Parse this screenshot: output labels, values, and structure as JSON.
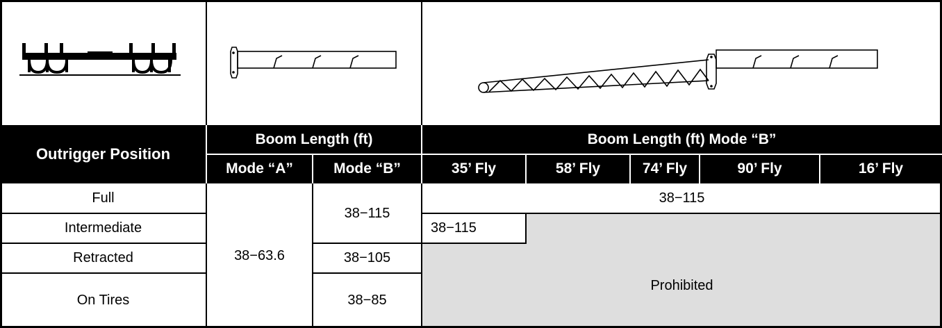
{
  "table": {
    "header": {
      "outrigger_position": "Outrigger Position",
      "boom_length": "Boom Length (ft)",
      "boom_length_mode_b": "Boom Length (ft) Mode “B”",
      "mode_a": "Mode “A”",
      "mode_b": "Mode “B”",
      "fly_35": "35’ Fly",
      "fly_58": "58’ Fly",
      "fly_74": "74’ Fly",
      "fly_90": "90’ Fly",
      "fly_16": "16’ Fly"
    },
    "rows": {
      "full": "Full",
      "intermediate": "Intermediate",
      "retracted": "Retracted",
      "on_tires": "On Tires"
    },
    "values": {
      "mode_a_all": "38−63.6",
      "mode_b_full_intermediate": "38−115",
      "mode_b_retracted": "38−105",
      "mode_b_on_tires": "38−85",
      "fly_full": "38−115",
      "fly35_intermediate": "38−115",
      "prohibited": "Prohibited"
    }
  },
  "illustrations": {
    "outrigger": "crane-outrigger-icon",
    "main_boom": "telescopic-boom-icon",
    "boom_with_fly": "boom-with-lattice-fly-icon"
  },
  "colors": {
    "header_bg": "#000000",
    "header_text": "#ffffff",
    "prohibited_bg": "#dedede"
  }
}
